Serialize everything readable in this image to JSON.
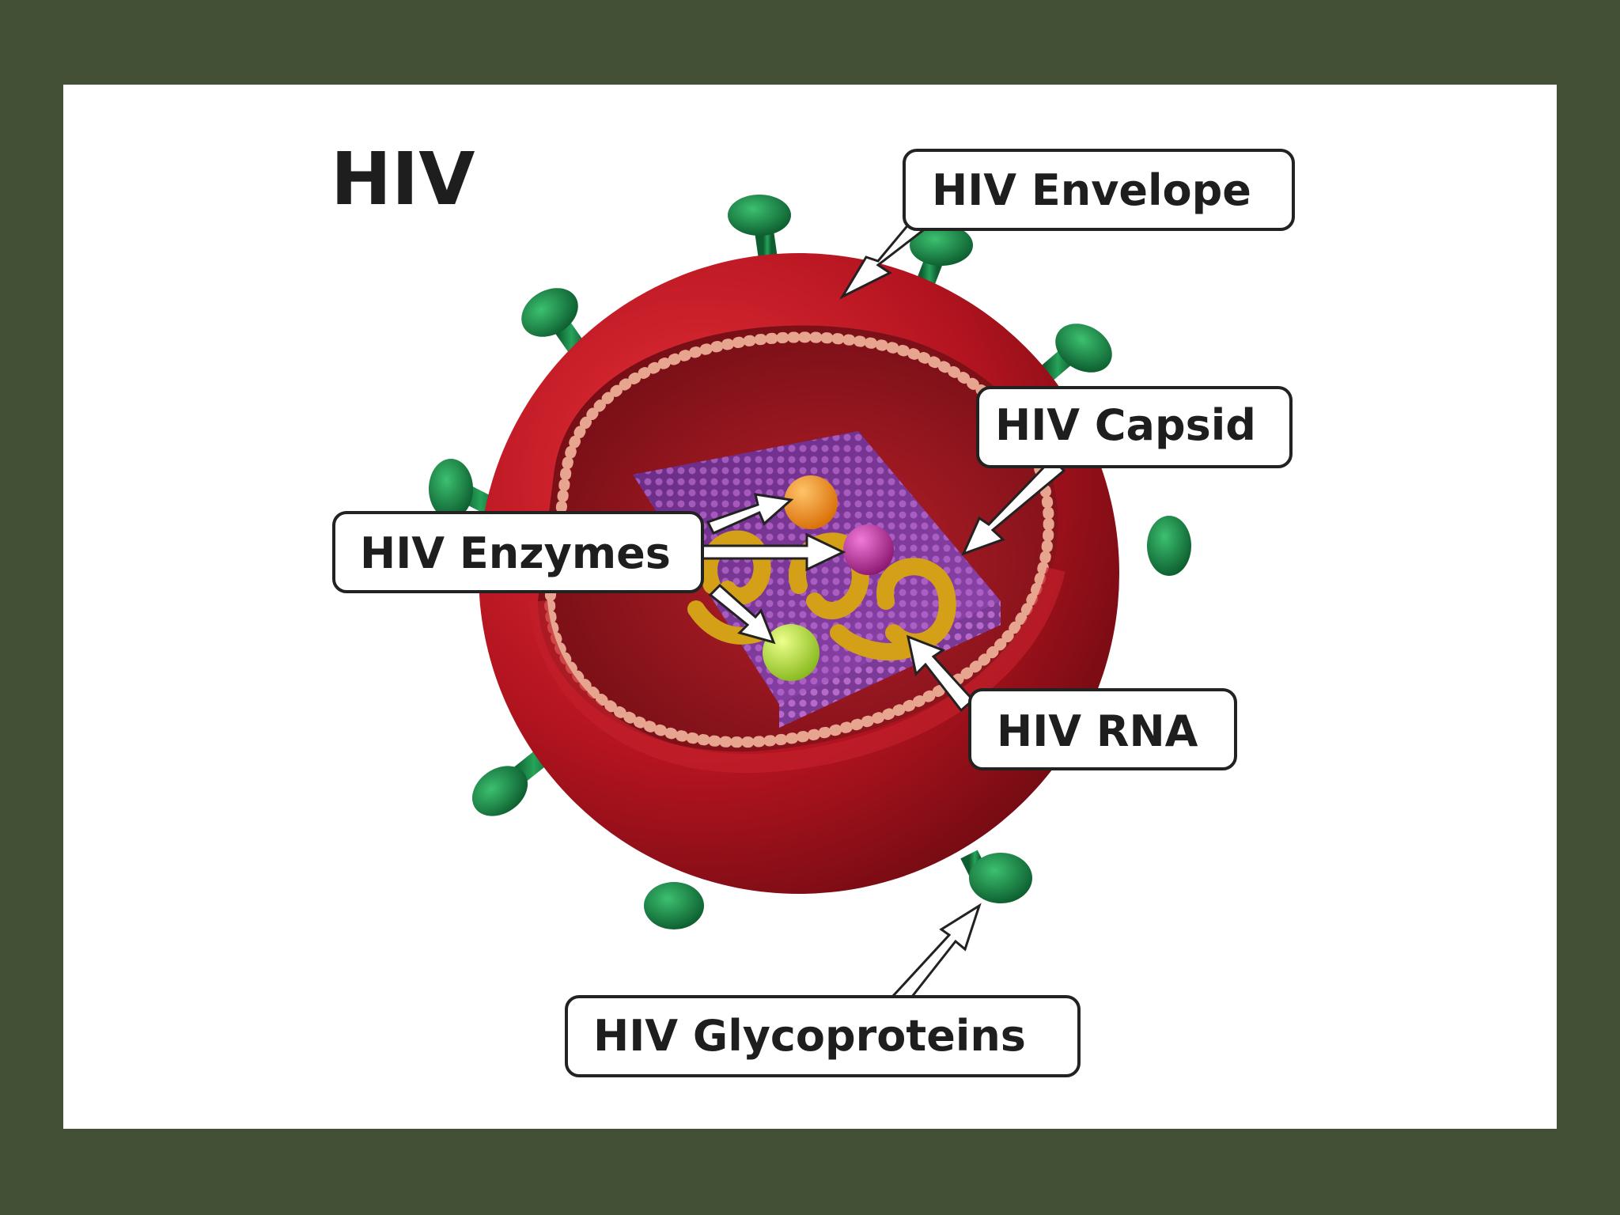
{
  "title": "HIV",
  "labels": {
    "envelope": "HIV Envelope",
    "capsid": "HIV Capsid",
    "enzymes": "HIV Enzymes",
    "rna": "HIV RNA",
    "glycoproteins": "HIV Glycoproteins"
  },
  "colors": {
    "background": "#445036",
    "envelope": "#b3141f",
    "envelope_inner": "#8a0f18",
    "membrane_beads": "#e7a58f",
    "capsid": "#8d3ca8",
    "capsid_beads": "#b565c9",
    "rna": "#d4a017",
    "glycoprotein": "#1a8a48",
    "enzyme_orange": "#f08c1a",
    "enzyme_magenta": "#b5279a",
    "enzyme_green": "#a7d233"
  }
}
